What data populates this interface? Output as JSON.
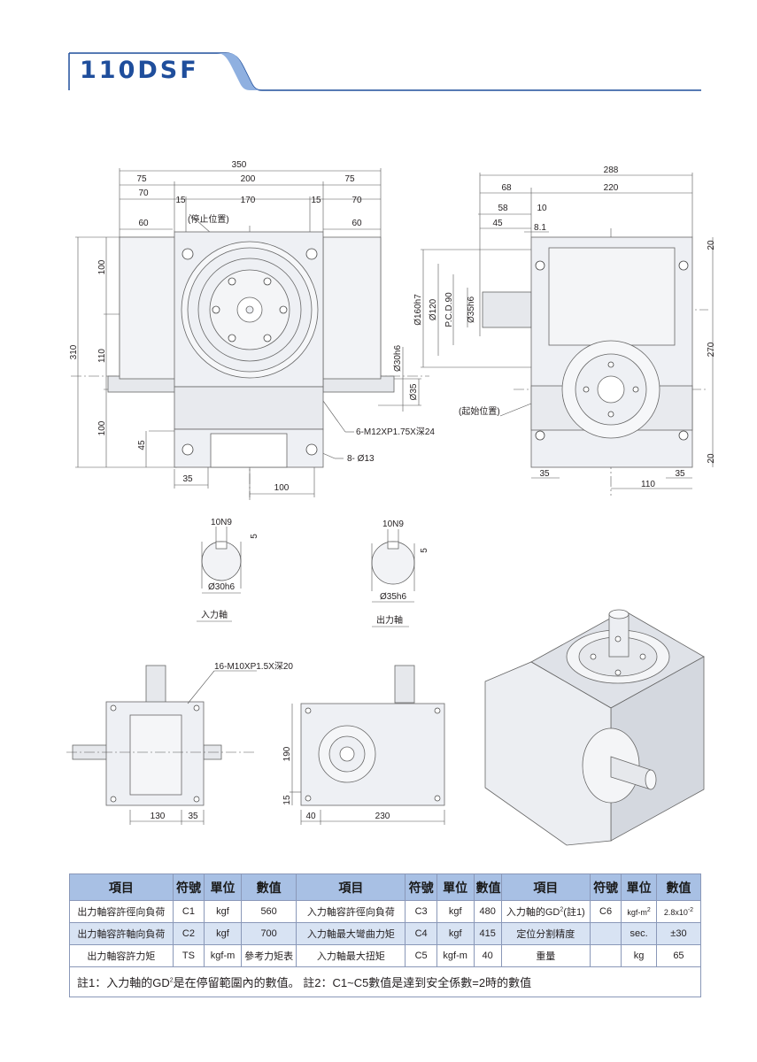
{
  "header": {
    "title": "110DSF"
  },
  "front_view": {
    "dims_top": [
      "350",
      "75",
      "200",
      "75",
      "70",
      "15",
      "170",
      "15",
      "70",
      "60",
      "60"
    ],
    "dims_left": [
      "310",
      "100",
      "110",
      "100",
      "45"
    ],
    "dims_bottom": [
      "35",
      "100"
    ],
    "dims_right": [
      "Ø30h6",
      "Ø35"
    ],
    "stop_label": "(停止位置)",
    "callout_tap": "6-M12XP1.75X深24",
    "callout_hole": "8- Ø13"
  },
  "side_view": {
    "dims_top": [
      "288",
      "68",
      "220",
      "58",
      "10",
      "45",
      "8.1"
    ],
    "dims_left": [
      "Ø160h7",
      "Ø120",
      "P.C.D.90",
      "Ø35h6"
    ],
    "dims_right": [
      "20",
      "270",
      "20"
    ],
    "dims_bottom": [
      "35",
      "110",
      "35"
    ],
    "start_label": "(起始位置)"
  },
  "shaft_input": {
    "key": "10N9",
    "depth": "5",
    "dia": "Ø30h6",
    "caption": "入力軸"
  },
  "shaft_output": {
    "key": "10N9",
    "depth": "5",
    "dia": "Ø35h6",
    "caption": "出力軸"
  },
  "bottom_views": {
    "callout_tap": "16-M10XP1.5X深20",
    "left_dims": [
      "130",
      "35"
    ],
    "right_dims": [
      "190",
      "15",
      "40",
      "230"
    ]
  },
  "table": {
    "headers": [
      "項目",
      "符號",
      "單位",
      "數值",
      "項目",
      "符號",
      "單位",
      "數值",
      "項目",
      "符號",
      "單位",
      "數值"
    ],
    "rows": [
      [
        "出力軸容許徑向負荷",
        "C1",
        "kgf",
        "560",
        "入力軸容許徑向負荷",
        "C3",
        "kgf",
        "480",
        "入力軸的GD",
        "C6",
        "kgf-m",
        "2.8x10"
      ],
      [
        "出力軸容許軸向負荷",
        "C2",
        "kgf",
        "700",
        "入力軸最大彎曲力矩",
        "C4",
        "kgf",
        "415",
        "定位分割精度",
        "",
        "sec.",
        "±30"
      ],
      [
        "出力軸容許力矩",
        "TS",
        "kgf-m",
        "參考力矩表",
        "入力軸最大扭矩",
        "C5",
        "kgf-m",
        "40",
        "重量",
        "",
        "kg",
        "65"
      ]
    ],
    "gd_suffix": "(註1)",
    "note_a": "註1：入力軸的GD",
    "note_b": "是在停留範圍內的數值。 註2：C1~C5數值是達到安全係數=2時的數值"
  },
  "colors": {
    "brand": "#1f4e9c",
    "header_fill": "#a8c0e4",
    "alt_row": "#d8e3f3"
  }
}
